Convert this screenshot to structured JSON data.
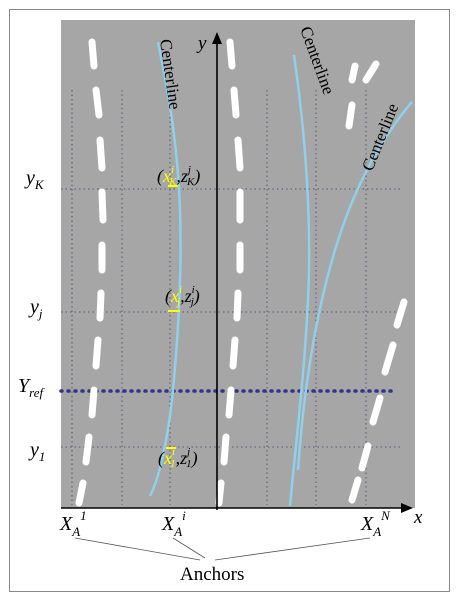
{
  "colors": {
    "road": "#a6a6a6",
    "lane_marking": "#ffffff",
    "centerline": "#8fd0ea",
    "grid": "#555577",
    "highlight": "#ffff00",
    "ref_line": "#33338a",
    "text": "#000000"
  },
  "axes": {
    "x_label": "x",
    "y_label": "y"
  },
  "centerline_labels": {
    "left": "Centerline",
    "middle": "Centerline",
    "right": "Centerline"
  },
  "y_levels": {
    "yK": {
      "base": "y",
      "sub": "K"
    },
    "yj": {
      "base": "y",
      "sub": "j"
    },
    "yref": {
      "base": "Y",
      "sub": "ref"
    },
    "y1": {
      "base": "y",
      "sub": "1"
    }
  },
  "points": {
    "pK": {
      "x_base": "x",
      "x_sup": "i",
      "x_sub": "K",
      "z_base": "z",
      "z_sup": "j",
      "z_sub": "K"
    },
    "pj": {
      "x_base": "x",
      "x_sup": "i",
      "x_sub": "j",
      "z_base": "z",
      "z_sup": "i",
      "z_sub": "j"
    },
    "p1": {
      "x_base": "x",
      "x_sup": "i",
      "x_sub": "1",
      "z_base": "z",
      "z_sup": "j",
      "z_sub": "1"
    }
  },
  "anchors": {
    "a1": {
      "base": "X",
      "sub": "A",
      "sup": "1"
    },
    "ai": {
      "base": "X",
      "sub": "A",
      "sup": "i"
    },
    "aN": {
      "base": "X",
      "sub": "A",
      "sup": "N"
    },
    "caption": "Anchors"
  }
}
